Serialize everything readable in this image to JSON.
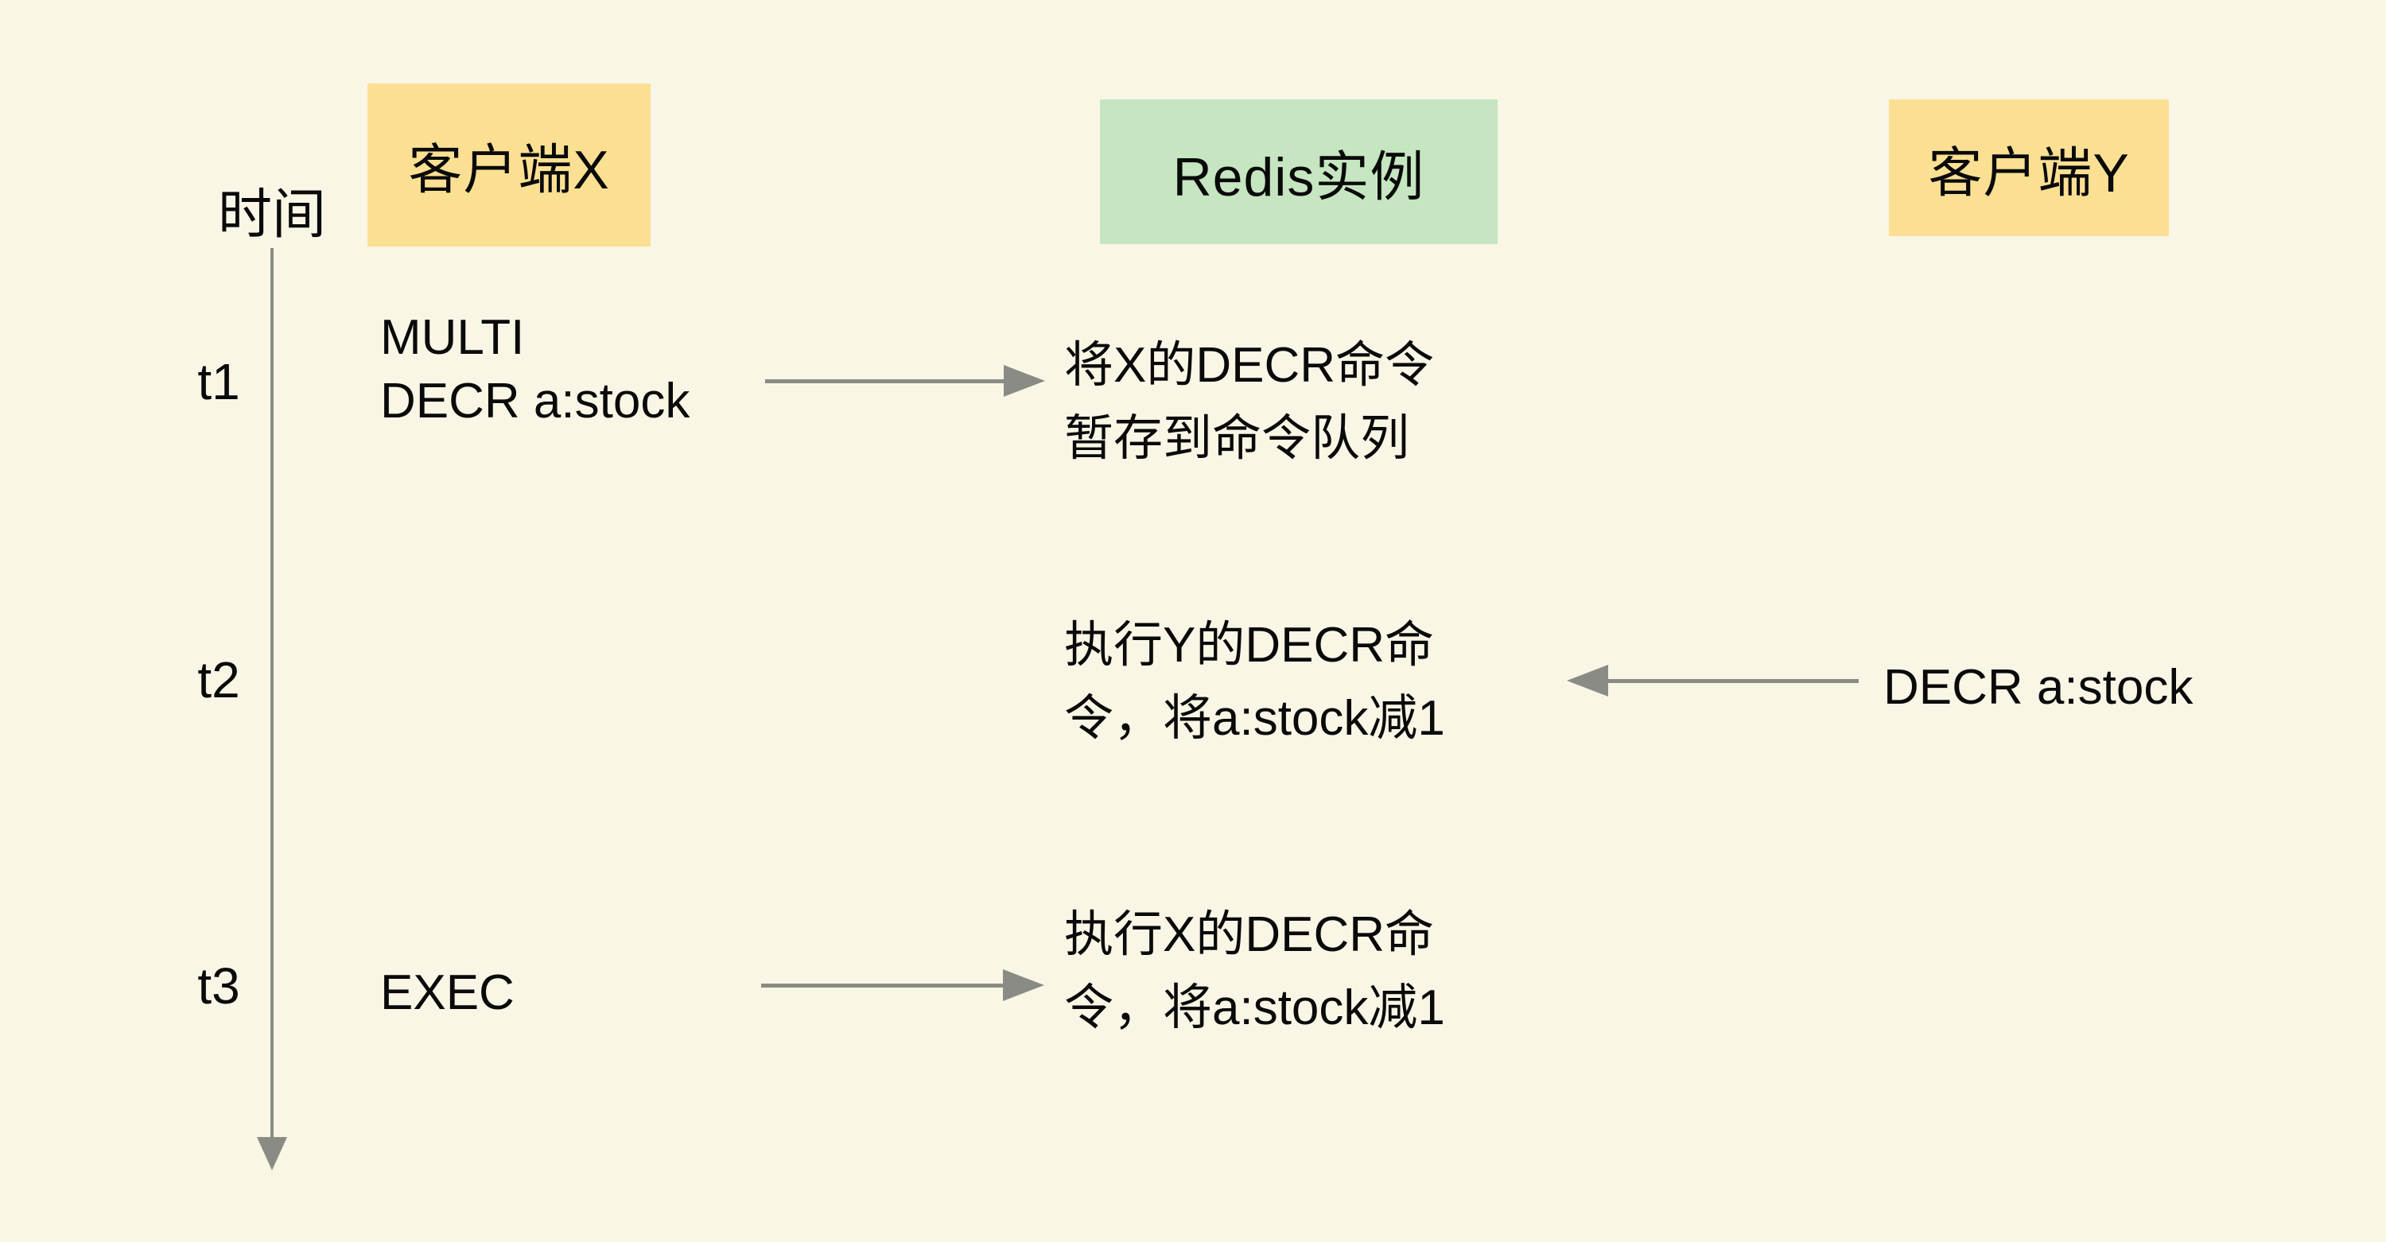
{
  "diagram": {
    "title_semantic": "Redis MULTI/EXEC transaction timing diagram",
    "colors": {
      "background": "#f9f6e6",
      "client_box": "#fbe093",
      "redis_box": "#c5e6c0",
      "arrow": "#8b8b85",
      "text": "#0a0a0a"
    },
    "actors": [
      {
        "id": "client-x",
        "label": "客户端X"
      },
      {
        "id": "redis",
        "label": "Redis实例"
      },
      {
        "id": "client-y",
        "label": "客户端Y"
      }
    ],
    "timeline": {
      "axis_label": "时间",
      "ticks": [
        "t1",
        "t2",
        "t3"
      ]
    },
    "events": [
      {
        "time": "t1",
        "from": "client-x",
        "client_message": "MULTI\nDECR a:stock",
        "arrow_direction": "right",
        "redis_action": "将X的DECR命令\n暂存到命令队列"
      },
      {
        "time": "t2",
        "from": "client-y",
        "client_message": "DECR a:stock",
        "arrow_direction": "left",
        "redis_action": "执行Y的DECR命\n令，将a:stock减1"
      },
      {
        "time": "t3",
        "from": "client-x",
        "client_message": "EXEC",
        "arrow_direction": "right",
        "redis_action": "执行X的DECR命\n令，将a:stock减1"
      }
    ]
  }
}
